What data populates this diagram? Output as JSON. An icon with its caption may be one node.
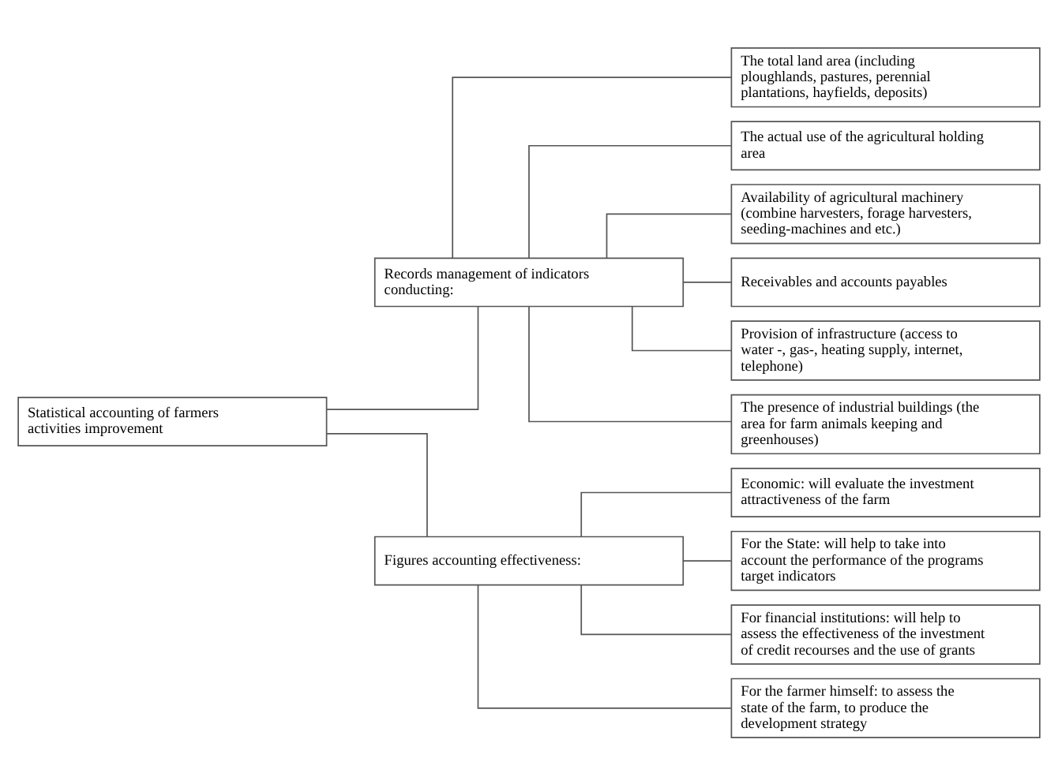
{
  "diagram": {
    "nodes": [
      {
        "text": [
          "Statistical accounting of farmers activities improvement"
        ]
      },
      {
        "text": [
          "Records management of indicators conducting:"
        ]
      },
      {
        "text": [
          "Figures accounting effectiveness:"
        ]
      },
      {
        "text": [
          "The total land area (including ploughlands, pastures, perennial plantations, hayfields, deposits)"
        ]
      },
      {
        "text": [
          "The actual use of the agricultural holding area"
        ]
      },
      {
        "text": [
          "Availability of agricultural machinery (combine harvesters, forage harvesters, seeding-machines and etc.)"
        ]
      },
      {
        "text": [
          "Receivables and accounts payables"
        ]
      },
      {
        "text": [
          "Provision of infrastructure (access to water -, gas-, heating supply, internet, telephone)"
        ]
      },
      {
        "text": [
          "The presence of industrial buildings (the area for farm animals keeping and greenhouses)"
        ]
      },
      {
        "text": [
          "Economic: will evaluate the investment attractiveness of the farm"
        ]
      },
      {
        "text": [
          "For the State: will help to take into account the performance of the programs target indicators"
        ]
      },
      {
        "text": [
          "For financial institutions: will help to assess the effectiveness of the investment of credit recourses and the use of grants"
        ]
      },
      {
        "text": [
          "For the farmer himself: to assess the state of the farm, to produce the development strategy"
        ]
      }
    ],
    "edges": [
      {
        "from": 0,
        "to": 1,
        "arrow": "none"
      },
      {
        "from": 0,
        "to": 2,
        "arrow": "none"
      },
      {
        "from": 1,
        "to": 3,
        "arrow": "none"
      },
      {
        "from": 1,
        "to": 4,
        "arrow": "none"
      },
      {
        "from": 1,
        "to": 5,
        "arrow": "none"
      },
      {
        "from": 1,
        "to": 6,
        "arrow": "none"
      },
      {
        "from": 1,
        "to": 7,
        "arrow": "none"
      },
      {
        "from": 1,
        "to": 8,
        "arrow": "none"
      },
      {
        "from": 2,
        "to": 9,
        "arrow": "none"
      },
      {
        "from": 2,
        "to": 10,
        "arrow": "none"
      },
      {
        "from": 2,
        "to": 11,
        "arrow": "none"
      },
      {
        "from": 2,
        "to": 12,
        "arrow": "none"
      }
    ]
  }
}
